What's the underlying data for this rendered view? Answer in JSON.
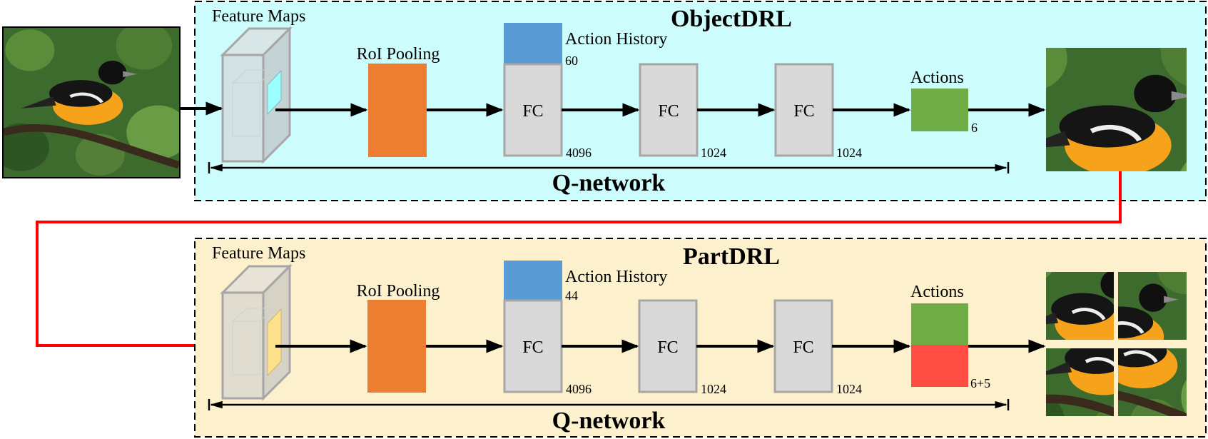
{
  "top_panel": {
    "title": "ObjectDRL",
    "feature_maps_label": "Feature Maps",
    "roi_label": "RoI Pooling",
    "action_history_label": "Action History",
    "action_history_dim": "60",
    "fc_label": "FC",
    "fc1_dim": "4096",
    "fc2_dim": "1024",
    "fc3_dim": "1024",
    "actions_label": "Actions",
    "actions_dim": "6",
    "qnetwork_label": "Q-network"
  },
  "bottom_panel": {
    "title": "PartDRL",
    "feature_maps_label": "Feature Maps",
    "roi_label": "RoI Pooling",
    "action_history_label": "Action History",
    "action_history_dim": "44",
    "fc_label": "FC",
    "fc1_dim": "4096",
    "fc2_dim": "1024",
    "fc3_dim": "1024",
    "actions_label": "Actions",
    "actions_dim": "6+5",
    "qnetwork_label": "Q-network"
  },
  "colors": {
    "top_bg": "#ccfcfc",
    "bottom_bg": "#fdf0cc",
    "roi": "#ec7d31",
    "action_history": "#5b9bd5",
    "fc": "#d9d9d9",
    "actions_object": "#70ad47",
    "actions_part": "#ff4d43",
    "top_slice": "#99ffff",
    "bottom_slice": "#ffe08a",
    "arrow": "#000000",
    "connector": "#ff0000"
  }
}
